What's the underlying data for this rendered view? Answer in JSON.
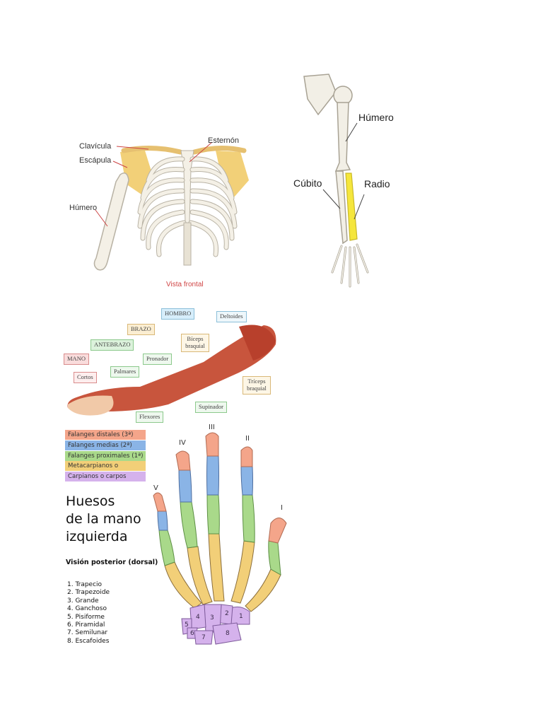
{
  "skeleton_panel": {
    "labels": {
      "clavicula": "Clavícula",
      "esternon": "Esternón",
      "escapula": "Escápula",
      "humero": "Húmero",
      "caption": "Vista frontal"
    },
    "colors": {
      "scapula": "#f0c860",
      "caption": "#d04545",
      "bone": "#f4f0e6"
    }
  },
  "arm_bones_panel": {
    "labels": {
      "humero": "Húmero",
      "cubito": "Cúbito",
      "radio": "Radio"
    },
    "colors": {
      "radius": "#f5e63c",
      "bone": "#f2efe6"
    }
  },
  "muscles_panel": {
    "region_boxes": {
      "hombro": "HOMBRO",
      "brazo": "BRAZO",
      "antebrazo": "ANTEBRAZO",
      "mano": "MANO"
    },
    "muscle_boxes": {
      "deltoides": "Deltoides",
      "biceps": "Bíceps braquial",
      "pronador": "Pronador",
      "palmares": "Palmares",
      "cortos": "Cortos",
      "triceps": "Tríceps braquial",
      "supinador": "Supinador",
      "flexores": "Flexores"
    },
    "colors": {
      "hombro": "#d7eefb",
      "brazo": "#fbeed2",
      "antebrazo": "#dcf2dc",
      "mano": "#f9dcdc",
      "muscle": "#c8553d"
    }
  },
  "hand_panel": {
    "legend": [
      {
        "label": "Falanges distales (3ª)",
        "color": "#f4a58a"
      },
      {
        "label": "Falanges medias (2ª)",
        "color": "#8ab4e6"
      },
      {
        "label": "Falanges proximales (1ª)",
        "color": "#a9d98a"
      },
      {
        "label": "Metacarpianos o metacarpos",
        "color": "#f2cf78"
      },
      {
        "label": "Carpianos o carpos",
        "color": "#d5b2ec"
      }
    ],
    "title": [
      "Huesos",
      "de la mano",
      "izquierda"
    ],
    "subtitle": "Visión posterior (dorsal)",
    "carpals": [
      "1. Trapecio",
      "2. Trapezoide",
      "3. Grande",
      "4. Ganchoso",
      "5. Pisiforme",
      "6. Piramidal",
      "7. Semilunar",
      "8. Escafoides"
    ],
    "finger_numerals": [
      "I",
      "II",
      "III",
      "IV",
      "V"
    ],
    "carpal_numbers": [
      "1",
      "2",
      "3",
      "4",
      "5",
      "6",
      "7",
      "8"
    ]
  }
}
